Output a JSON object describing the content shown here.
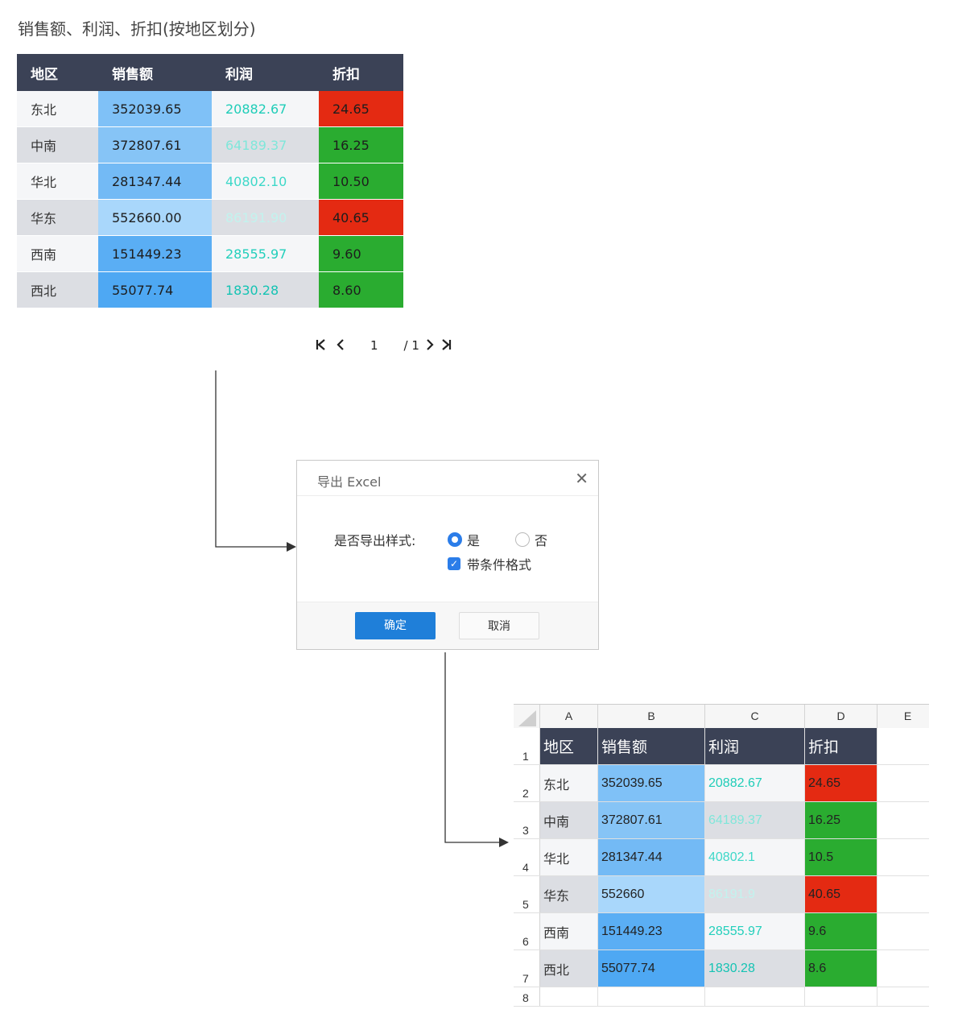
{
  "title": "销售额、利润、折扣(按地区划分)",
  "table": {
    "headers": [
      "地区",
      "销售额",
      "利润",
      "折扣"
    ],
    "rows": [
      {
        "region": "东北",
        "sales": "352039.65",
        "profit": "20882.67",
        "discount": "24.65",
        "row_bg": "#f5f6f8",
        "sales_bg": "#7fc1f7",
        "profit_color": "#1fcdb8",
        "discount_bg": "#e42a12"
      },
      {
        "region": "中南",
        "sales": "372807.61",
        "profit": "64189.37",
        "discount": "16.25",
        "row_bg": "#dcdee3",
        "sales_bg": "#86c4f6",
        "profit_color": "#7fe7da",
        "discount_bg": "#2aac30"
      },
      {
        "region": "华北",
        "sales": "281347.44",
        "profit": "40802.10",
        "discount": "10.50",
        "row_bg": "#f5f6f8",
        "sales_bg": "#73baf5",
        "profit_color": "#3dd8c8",
        "discount_bg": "#2aac30"
      },
      {
        "region": "华东",
        "sales": "552660.00",
        "profit": "86191.90",
        "discount": "40.65",
        "row_bg": "#dcdee3",
        "sales_bg": "#a9d7fb",
        "profit_color": "#c2f3ee",
        "discount_bg": "#e42a12"
      },
      {
        "region": "西南",
        "sales": "151449.23",
        "profit": "28555.97",
        "discount": "9.60",
        "row_bg": "#f5f6f8",
        "sales_bg": "#5aaef4",
        "profit_color": "#22cfbb",
        "discount_bg": "#2aac30"
      },
      {
        "region": "西北",
        "sales": "55077.74",
        "profit": "1830.28",
        "discount": "8.60",
        "row_bg": "#dcdee3",
        "sales_bg": "#4ea8f3",
        "profit_color": "#14c3b3",
        "discount_bg": "#2aac30"
      }
    ]
  },
  "pager": {
    "first_icon": "first-page-icon",
    "prev_icon": "prev-page-icon",
    "next_icon": "next-page-icon",
    "last_icon": "last-page-icon",
    "first": "K",
    "prev": "<",
    "current": "1",
    "total": "/ 1",
    "next": ">",
    "last": ">I"
  },
  "dialog": {
    "title": "导出 Excel",
    "close": "✕",
    "style_label": "是否导出样式:",
    "yes": "是",
    "no": "否",
    "yes_selected": true,
    "conditional_format": "带条件格式",
    "conditional_checked": true,
    "check_mark": "✓",
    "ok": "确定",
    "cancel": "取消",
    "accent": "#1f7fd9"
  },
  "excel": {
    "columns": [
      "A",
      "B",
      "C",
      "D",
      "E"
    ],
    "row_numbers": [
      "1",
      "2",
      "3",
      "4",
      "5",
      "6",
      "7",
      "8"
    ],
    "header": [
      "地区",
      "销售额",
      "利润",
      "折扣"
    ],
    "rows": [
      [
        "东北",
        "352039.65",
        "20882.67",
        "24.65"
      ],
      [
        "中南",
        "372807.61",
        "64189.37",
        "16.25"
      ],
      [
        "华北",
        "281347.44",
        "40802.1",
        "10.5"
      ],
      [
        "华东",
        "552660",
        "86191.9",
        "40.65"
      ],
      [
        "西南",
        "151449.23",
        "28555.97",
        "9.6"
      ],
      [
        "西北",
        "55077.74",
        "1830.28",
        "8.6"
      ]
    ]
  }
}
